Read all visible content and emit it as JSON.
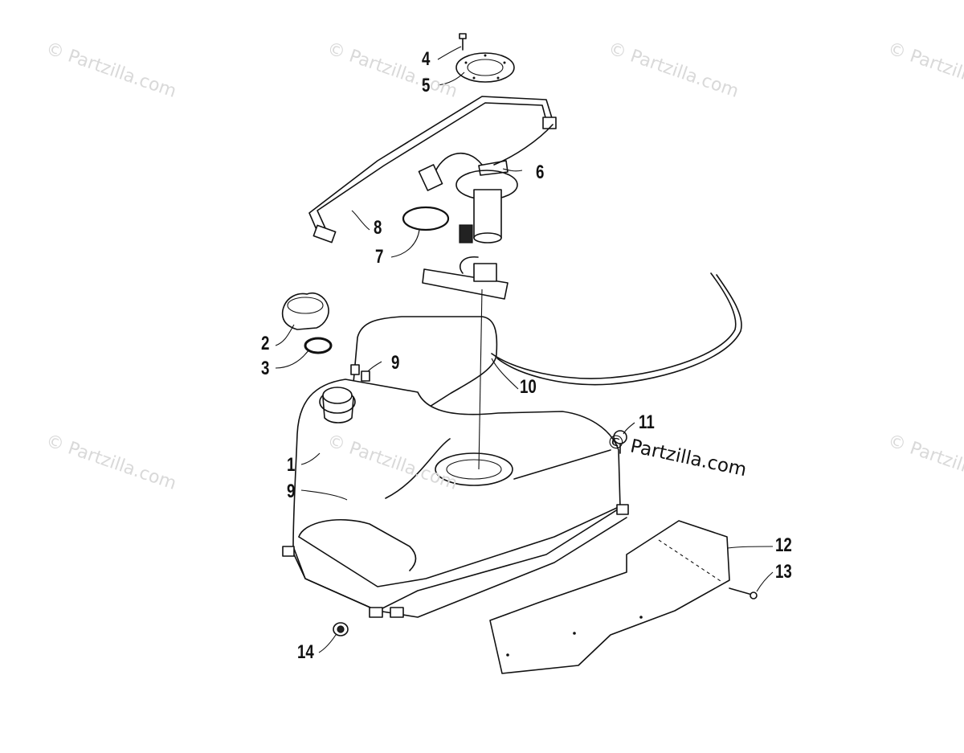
{
  "watermark": {
    "text": "© Partzilla.com",
    "brand_text": "Partzilla.com"
  },
  "callouts": [
    {
      "id": "c4",
      "label": "4"
    },
    {
      "id": "c5",
      "label": "5"
    },
    {
      "id": "c6",
      "label": "6"
    },
    {
      "id": "c7",
      "label": "7"
    },
    {
      "id": "c8",
      "label": "8"
    },
    {
      "id": "c2",
      "label": "2"
    },
    {
      "id": "c3",
      "label": "3"
    },
    {
      "id": "c9a",
      "label": "9"
    },
    {
      "id": "c10",
      "label": "10"
    },
    {
      "id": "c11",
      "label": "11"
    },
    {
      "id": "c1",
      "label": "1"
    },
    {
      "id": "c9b",
      "label": "9"
    },
    {
      "id": "c12",
      "label": "12"
    },
    {
      "id": "c13",
      "label": "13"
    },
    {
      "id": "c14",
      "label": "14"
    }
  ]
}
